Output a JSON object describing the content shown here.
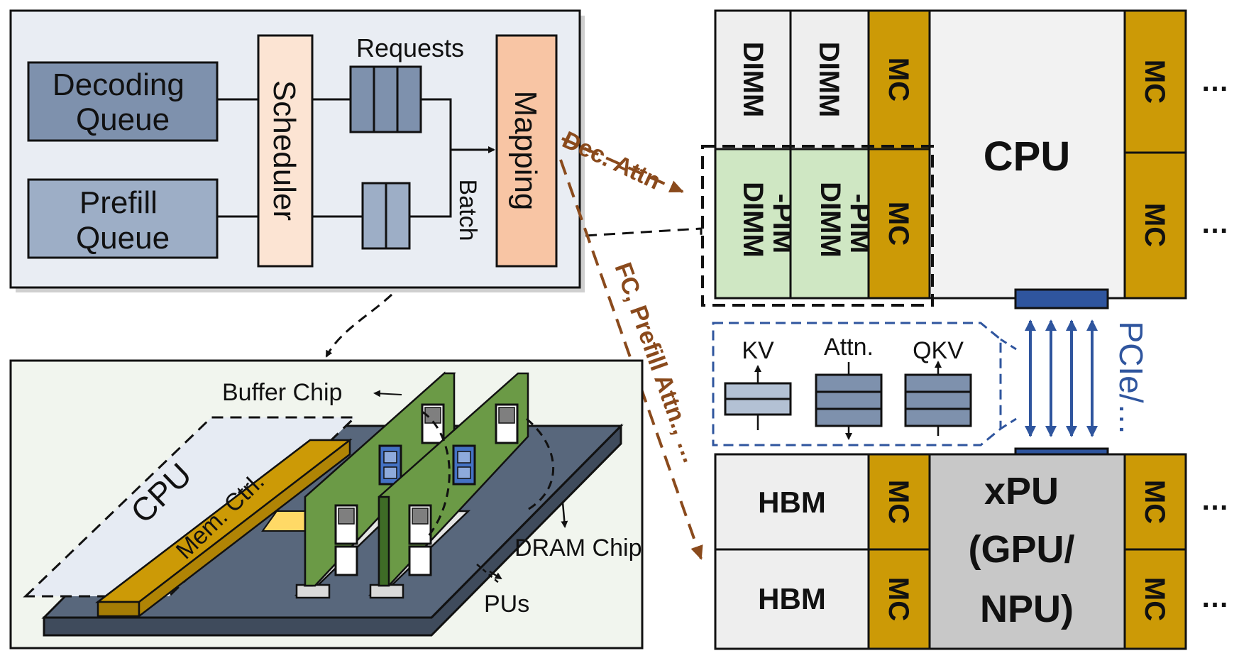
{
  "scheduler_panel": {
    "decoding_queue": [
      "Decoding",
      "Queue"
    ],
    "prefill_queue": [
      "Prefill",
      "Queue"
    ],
    "scheduler": "Scheduler",
    "requests": "Requests",
    "batch": "Batch",
    "mapping": "Mapping"
  },
  "flows": {
    "dec_attn": "Dec. Attn",
    "fc_prefill_attn": "FC, Prefill Attn.,  …"
  },
  "cpu_node": {
    "dimm": [
      "DIMM",
      "DIMM"
    ],
    "dimm_pim": [
      "DIMM",
      "-PIM"
    ],
    "mc": "MC",
    "cpu": "CPU",
    "ellipsis": "…"
  },
  "ops": {
    "kv": "KV",
    "attn": "Attn.",
    "qkv": "QKV"
  },
  "link": {
    "pcie": "PCIe/…"
  },
  "xpu_node": {
    "hbm": "HBM",
    "mc": "MC",
    "xpu": [
      "xPU",
      "(GPU/",
      "NPU)"
    ],
    "ellipsis": "…"
  },
  "hardware_view": {
    "cpu": "CPU",
    "mem_ctrl": "Mem. Ctrl.",
    "buffer_chip": "Buffer Chip",
    "dram_chip": "DRAM Chip",
    "pus": "PUs"
  },
  "colors": {
    "panel_bg": "#e9edf3",
    "queue_blue": "#7e91ad",
    "queue_light": "#9daec6",
    "scheduler_fill": "#fce4d3",
    "mapping_fill": "#f8c5a4",
    "mc_gold": "#cc9a06",
    "pim_green": "#cfe7c3",
    "dimm_bg": "#eeeeee",
    "cpu_bg": "#f2f2f2",
    "xpu_gray": "#c8c8c8",
    "pcie_blue": "#2f559e",
    "flow_brown": "#8a4a1c",
    "board_slate": "#58677c",
    "module_green": "#538135"
  }
}
